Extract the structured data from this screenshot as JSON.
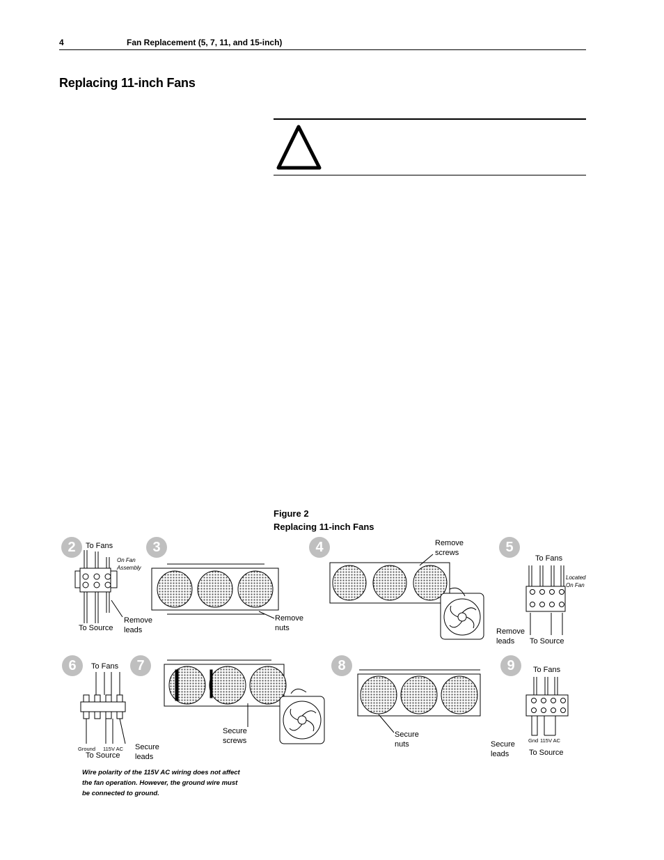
{
  "header": {
    "page_number": "4",
    "running_title": "Fan Replacement (5, 7, 11, and 15-inch)"
  },
  "section_title": "Replacing 11-inch Fans",
  "figure": {
    "number": "Figure 2",
    "title": "Replacing 11-inch Fans"
  },
  "steps": [
    "2",
    "3",
    "4",
    "5",
    "6",
    "7",
    "8",
    "9"
  ],
  "labels": {
    "to_fans": "To Fans",
    "to_source": "To Source",
    "on_fan_assembly_1": "On Fan",
    "on_fan_assembly_2": "Assembly",
    "located_on_fan_1": "Located",
    "located_on_fan_2": "On Fan",
    "remove_leads_1": "Remove",
    "remove_leads_2": "leads",
    "remove_nuts_1": "Remove",
    "remove_nuts_2": "nuts",
    "remove_screws_1": "Remove",
    "remove_screws_2": "screws",
    "secure_leads_1": "Secure",
    "secure_leads_2": "leads",
    "secure_screws_1": "Secure",
    "secure_screws_2": "screws",
    "secure_nuts_1": "Secure",
    "secure_nuts_2": "nuts",
    "ground": "Ground",
    "gnd": "Gnd",
    "ac": "115V AC"
  },
  "note": "Wire polarity of the 115V AC wiring does not affect the fan operation.  However, the ground wire must be connected to ground.",
  "icons": [
    "warning-triangle-icon"
  ],
  "colors": {
    "step_badge": "#bfbfbf",
    "text": "#000000"
  }
}
